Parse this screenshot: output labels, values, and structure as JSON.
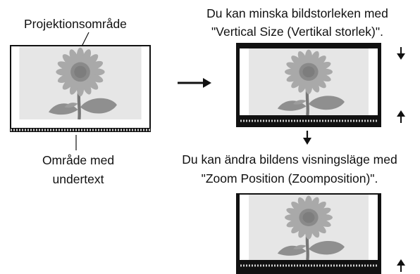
{
  "labels": {
    "projection_area": "Projektionsområde",
    "subtitle_area_line1": "Område med",
    "subtitle_area_line2": "undertext",
    "vertical_size_line1": "Du kan minska bildstorleken med",
    "vertical_size_line2": "\"Vertical Size (Vertikal storlek)\".",
    "zoom_position_line1": "Du kan ändra bildens visningsläge med",
    "zoom_position_line2": "\"Zoom Position (Zoomposition)\"."
  },
  "colors": {
    "frame": "#111111",
    "sky": "#e6e6e6",
    "petal": "#a9a9a9",
    "seed": "#8a8a8a",
    "leaf": "#8f8f8f",
    "stem": "#777777"
  },
  "icons": {
    "main_arrow": "right-arrow-icon",
    "down_arrows": "down-arrow-icon",
    "up_arrows": "up-arrow-icon"
  }
}
